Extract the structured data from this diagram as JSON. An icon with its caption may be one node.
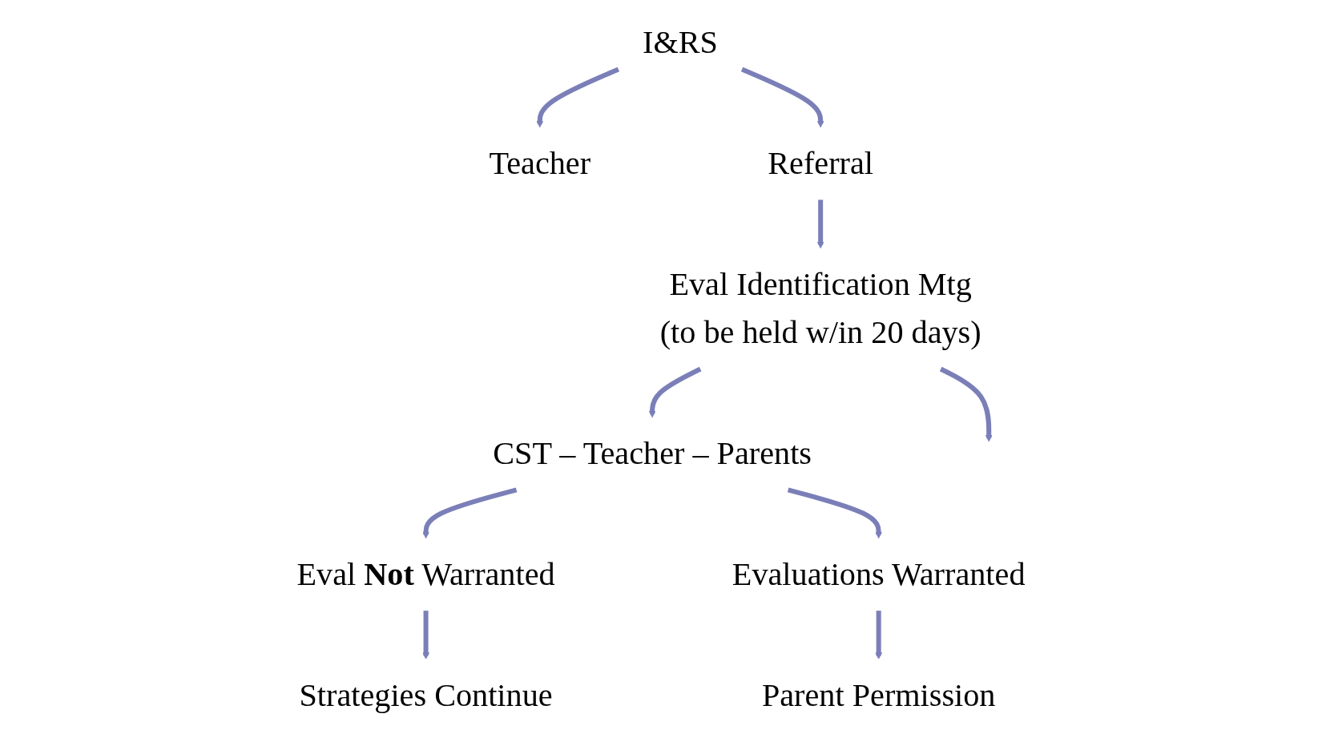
{
  "diagram": {
    "nodes": [
      {
        "text": [
          "I&RS"
        ]
      },
      {
        "text": [
          "Teacher"
        ]
      },
      {
        "text": [
          "Referral"
        ]
      },
      {
        "text": [
          "Eval Identification Mtg",
          "(to be held w/in 20 days)"
        ]
      },
      {
        "text": [
          "CST – Teacher – Parents"
        ]
      },
      {
        "text": [
          "Eval **Not** Warranted"
        ]
      },
      {
        "text": [
          "Evaluations Warranted"
        ]
      },
      {
        "text": [
          "Strategies Continue"
        ]
      },
      {
        "text": [
          "Parent Permission"
        ]
      }
    ],
    "edges": [
      {
        "from": 0,
        "to": 2,
        "arrow": "to"
      },
      {
        "from": 2,
        "to": 3,
        "arrow": "to"
      },
      {
        "from": 3,
        "to": null,
        "arrow": "to"
      },
      {
        "from": 0,
        "to": 1,
        "arrow": "to"
      },
      {
        "from": 3,
        "to": 4,
        "arrow": "to"
      },
      {
        "from": 4,
        "to": 5,
        "arrow": "to"
      },
      {
        "from": 4,
        "to": 6,
        "arrow": "to"
      },
      {
        "from": 5,
        "to": 7,
        "arrow": "to"
      },
      {
        "from": 6,
        "to": 8,
        "arrow": "to"
      }
    ]
  }
}
